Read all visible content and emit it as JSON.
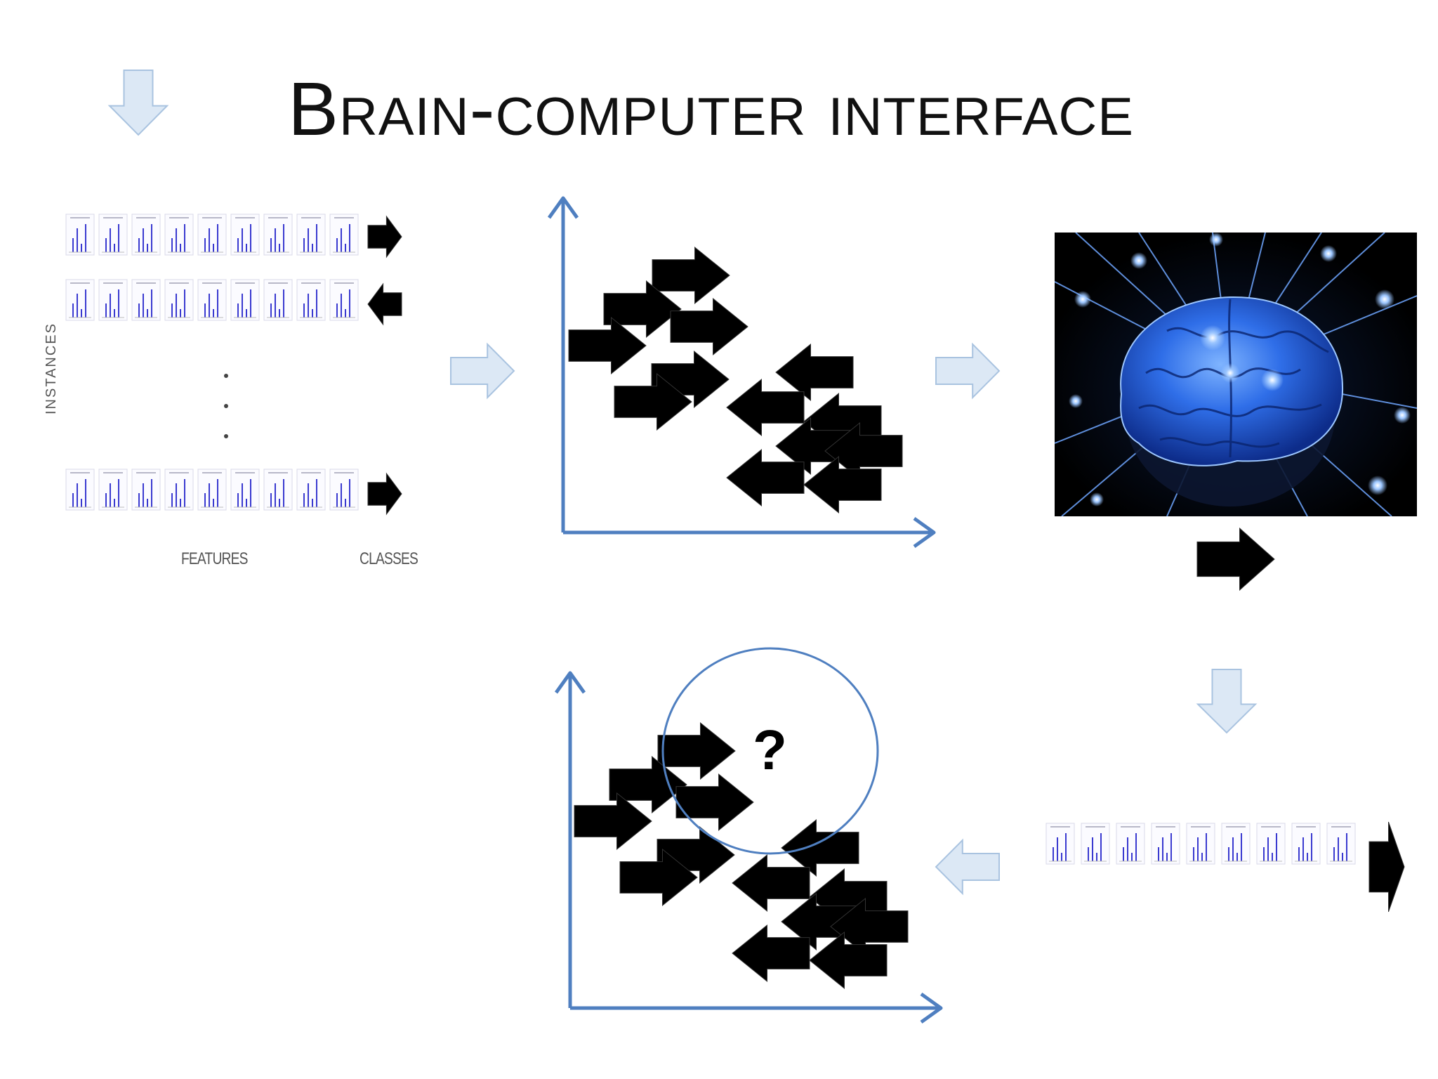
{
  "slide": {
    "title": "Brain-computer interface",
    "dataset": {
      "instances_label": "INSTANCES",
      "features_label": "FEATURES",
      "classes_label": "CLASSES",
      "row_classes": [
        "right",
        "left",
        "right"
      ]
    },
    "query_symbol": "?",
    "colors": {
      "axis": "#4f7fc0",
      "flow_arrow_fill": "#dce8f5",
      "flow_arrow_stroke": "#a9c3e0",
      "mini_bar": "#3a3ad0",
      "class_arrow": "#000000",
      "brain_bg": "#000000",
      "brain_glow": "#3a7dff"
    },
    "icons": [
      "down-arrow-icon",
      "right-arrow-icon",
      "left-arrow-icon",
      "brain-image"
    ]
  }
}
